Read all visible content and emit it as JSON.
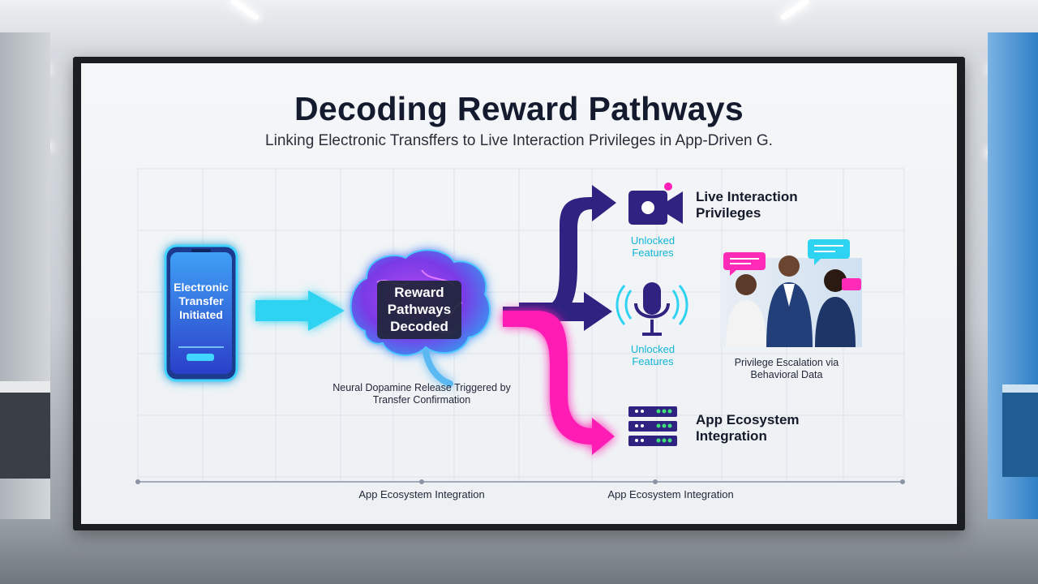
{
  "slide": {
    "title": "Decoding Reward Pathways",
    "subtitle": "Linking Electronic Transffers to Live Interaction Privileges in App-Driven G."
  },
  "nodes": {
    "phone_label": "Electronic Transfer Initiated",
    "brain_label": "Reward Pathways Decoded",
    "brain_caption": "Neural Dopamine Release Triggered by Transfer Confirmation",
    "live_interaction": "Live Interaction Privileges",
    "unlocked_1": "Unlocked Features",
    "unlocked_2": "Unlocked Features",
    "people_caption": "Privilege Escalation via Behavioral Data",
    "app_ecosystem": "App Ecosystem Integration"
  },
  "timeline": {
    "label_1": "App Ecosystem Integration",
    "label_2": "App Ecosystem Integration"
  },
  "icons": [
    "smartphone-icon",
    "arrow-right-icon",
    "brain-icon",
    "video-camera-icon",
    "microphone-icon",
    "server-rack-icon",
    "people-group-icon",
    "chat-bubble-icon"
  ],
  "colors": {
    "cyan": "#2fd3f2",
    "purple": "#2e2380",
    "magenta": "#ff1fb4",
    "phone_blue": "#1e5fe0"
  }
}
